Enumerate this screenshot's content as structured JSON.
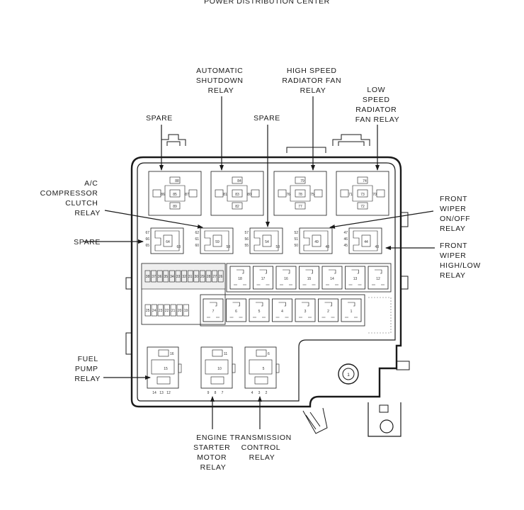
{
  "title": "POWER DISTRIBUTION CENTER",
  "callouts": {
    "asd": [
      "AUTOMATIC",
      "SHUTDOWN",
      "RELAY"
    ],
    "hsfan": [
      "HIGH SPEED",
      "RADIATOR FAN",
      "RELAY"
    ],
    "lsfan": [
      "LOW",
      "SPEED",
      "RADIATOR",
      "FAN RELAY"
    ],
    "spare_left": [
      "SPARE"
    ],
    "spare_mid": [
      "SPARE"
    ],
    "ac": [
      "A/C",
      "COMPRESSOR",
      "CLUTCH",
      "RELAY"
    ],
    "spare_side": [
      "SPARE"
    ],
    "wiper_onoff": [
      "FRONT",
      "WIPER",
      "ON/OFF",
      "RELAY"
    ],
    "wiper_hilo": [
      "FRONT",
      "WIPER",
      "HIGH/LOW",
      "RELAY"
    ],
    "fuel": [
      "FUEL",
      "PUMP",
      "RELAY"
    ],
    "starter": [
      "ENGINE",
      "STARTER",
      "MOTOR",
      "RELAY"
    ],
    "trans": [
      "TRANSMISSION",
      "CONTROL",
      "RELAY"
    ]
  },
  "large_relays": [
    {
      "pins": [
        "88",
        "86",
        "85",
        "87",
        "89"
      ]
    },
    {
      "pins": [
        "84",
        "81",
        "83",
        "80",
        "82"
      ]
    },
    {
      "pins": [
        "79",
        "76",
        "78",
        "75",
        "77"
      ]
    },
    {
      "pins": [
        "74",
        "71",
        "73",
        "70",
        "72"
      ]
    }
  ],
  "micro_relays": [
    {
      "left": [
        "67",
        "66",
        "65"
      ],
      "mid": [
        "64"
      ],
      "right": [
        "63"
      ]
    },
    {
      "left": [
        "62",
        "61",
        "60"
      ],
      "mid": [
        "59"
      ],
      "right": [
        "58"
      ]
    },
    {
      "left": [
        "57",
        "56",
        "55"
      ],
      "mid": [
        "54"
      ],
      "right": [
        "53"
      ]
    },
    {
      "left": [
        "52",
        "51",
        "50"
      ],
      "mid": [
        "49"
      ],
      "right": [
        "48"
      ]
    },
    {
      "left": [
        "47",
        "46",
        "45"
      ],
      "mid": [
        "44"
      ],
      "right": [
        "43"
      ]
    }
  ],
  "fuses_top": [
    "18",
    "17",
    "16",
    "15",
    "14",
    "13",
    "12"
  ],
  "fuses_bottom": [
    "7",
    "6",
    "5",
    "4",
    "3",
    "2",
    "1"
  ],
  "mini_fuses_top": [
    "38",
    "37",
    "36",
    "35",
    "34",
    "33",
    "32",
    "31",
    "30",
    "29",
    "28",
    "27",
    "26"
  ],
  "mini_fuses_bottom": [
    "25",
    "24",
    "23",
    "22",
    "21",
    "20",
    "19"
  ],
  "lower_relays": [
    {
      "top": "16",
      "mid": "15",
      "bottom": [
        "14",
        "13",
        "12"
      ]
    },
    {
      "top": "11",
      "mid": "10",
      "bottom": [
        "9",
        "8",
        "7"
      ]
    },
    {
      "top": "6",
      "mid": "5",
      "bottom": [
        "4",
        "3",
        "2"
      ]
    }
  ],
  "stud_label": "1"
}
